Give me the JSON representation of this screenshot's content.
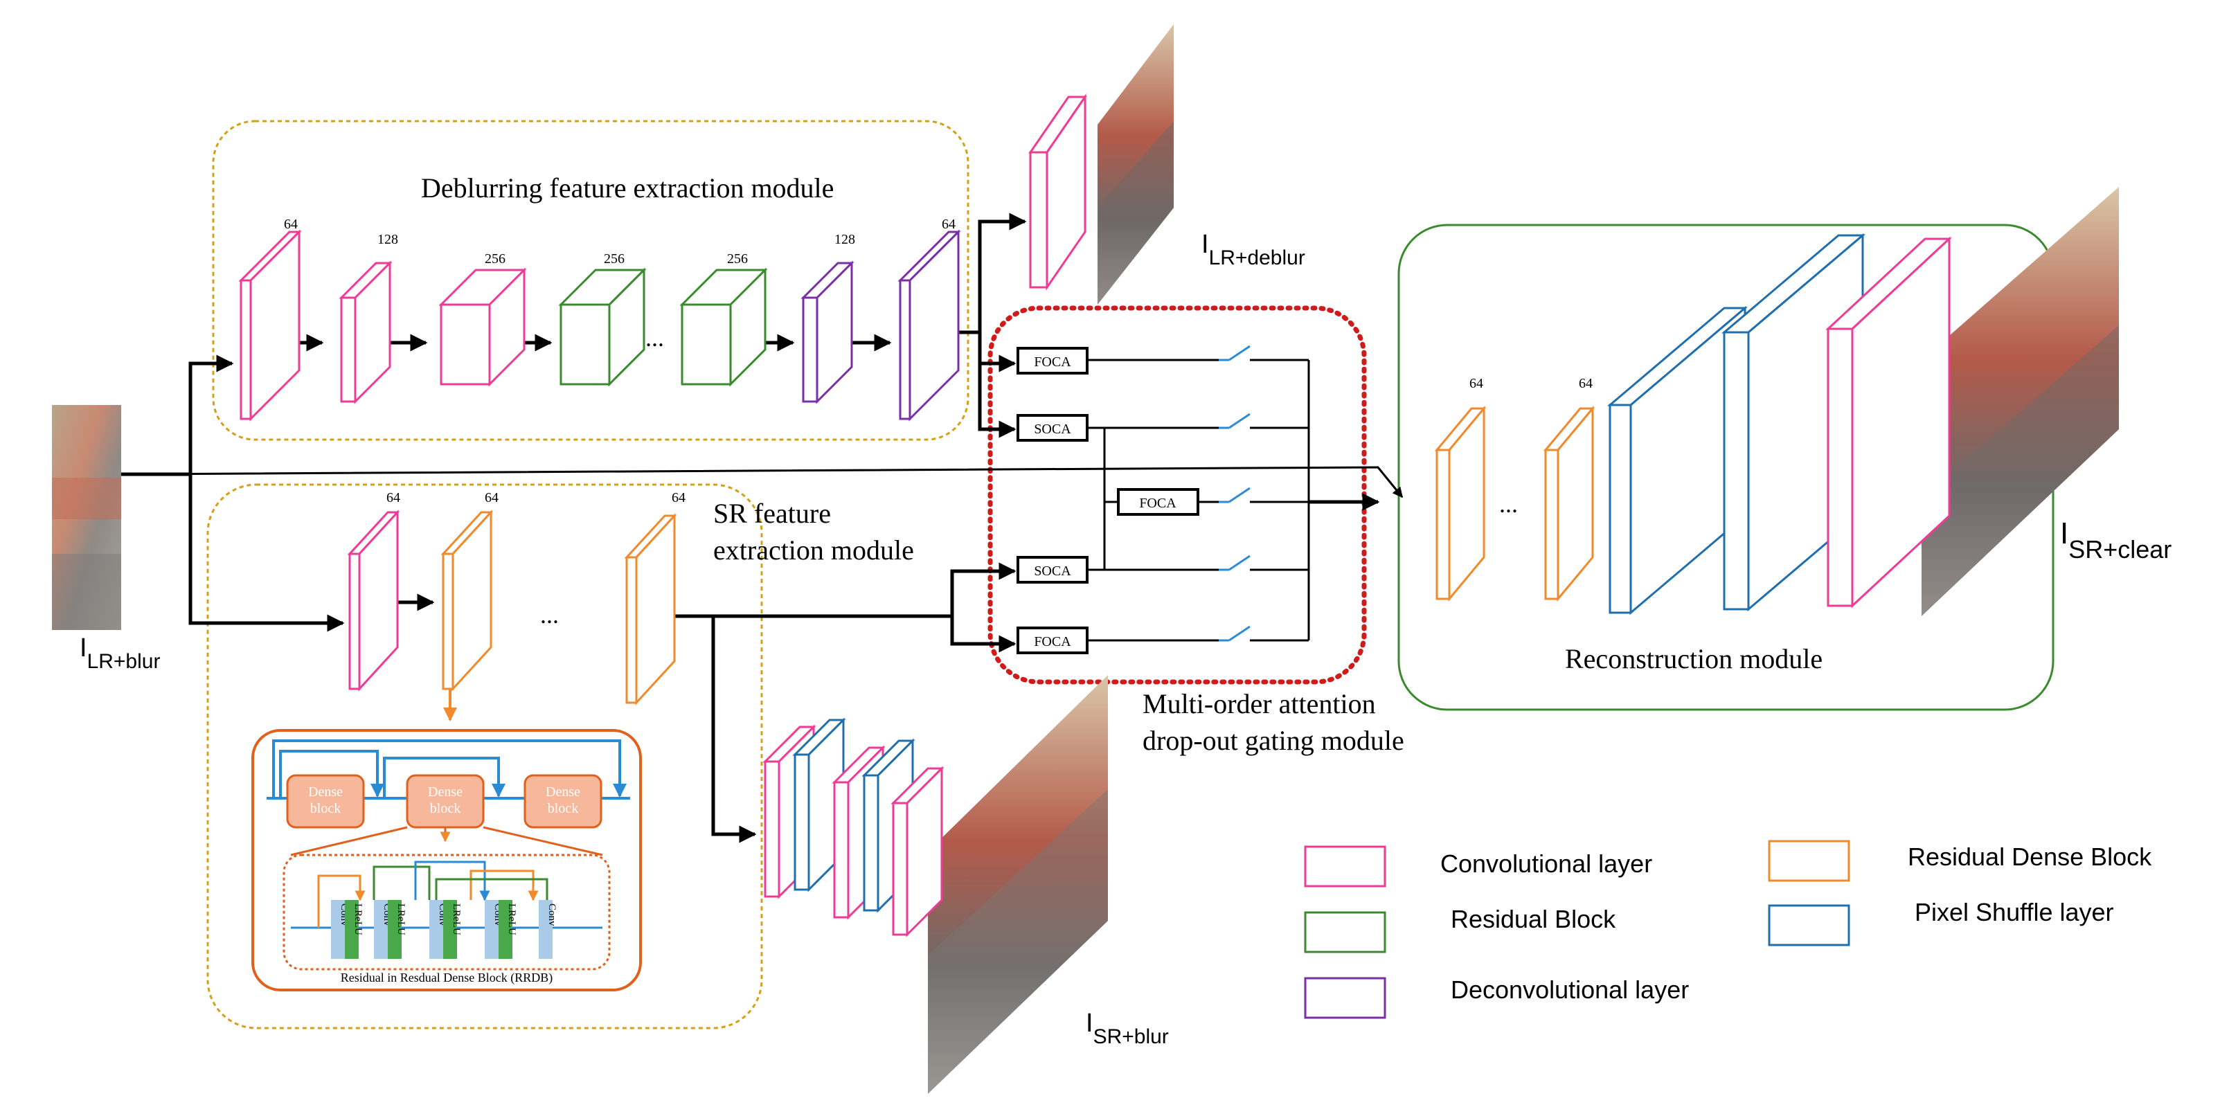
{
  "modules": {
    "deblur_title": "Deblurring feature extraction module",
    "sr_title_line1": "SR feature",
    "sr_title_line2": "extraction module",
    "gating_title_line1": "Multi-order attention",
    "gating_title_line2": "drop-out gating module",
    "recon_title": "Reconstruction module"
  },
  "images": {
    "input": {
      "main": "I",
      "sub": "LR+blur"
    },
    "deblur": {
      "main": "I",
      "sub": "LR+deblur"
    },
    "sr_blur": {
      "main": "I",
      "sub": "SR+blur"
    },
    "output": {
      "main": "I",
      "sub": "SR+clear"
    }
  },
  "deblur_channels": [
    "64",
    "128",
    "256",
    "256",
    "256",
    "128",
    "64"
  ],
  "sr_channels": [
    "64",
    "64",
    "64"
  ],
  "recon_channels": [
    "64",
    "64"
  ],
  "ellipsis": "...",
  "gates": {
    "foca_top": "FOCA",
    "soca_upper": "SOCA",
    "foca_mid": "FOCA",
    "soca_lower": "SOCA",
    "foca_bottom": "FOCA"
  },
  "rrdb": {
    "title": "Residual in Resdual Dense Block (RRDB)",
    "dense_label_line1": "Dense",
    "dense_label_line2": "block",
    "conv": "Conv",
    "lrelu": "LReLU"
  },
  "legend": {
    "conv": "Convolutional layer",
    "residual": "Residual Block",
    "deconv": "Deconvolutional layer",
    "rdb": "Residual Dense Block",
    "pixel_shuffle": "Pixel Shuffle layer"
  },
  "colors": {
    "conv": "#ee3b96",
    "residual": "#3a8a2e",
    "deconv": "#7a2fa8",
    "rdb": "#f08a2b",
    "pixel_shuffle": "#1f6fae",
    "module_border": "#d4a017",
    "gating_border": "#d11a1a",
    "recon_border": "#3a8a2e",
    "arrow": "#000000"
  }
}
